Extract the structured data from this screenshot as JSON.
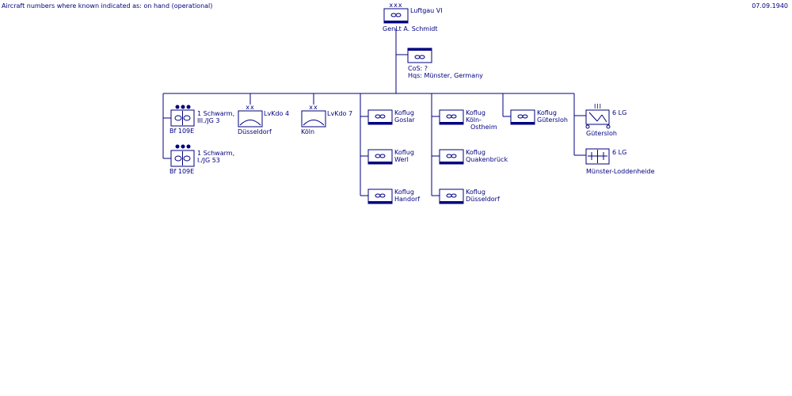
{
  "header": {
    "note": "Aircraft numbers where known indicated as: on hand (operational)",
    "date": "07.09.1940"
  },
  "hq": {
    "echelon": "xxx",
    "name": "Luftgau VI",
    "commander": "GenLt  A. Schmidt"
  },
  "staff": {
    "echelon": "xxx",
    "cos": "CoS: ?",
    "hqs": "Hqs:  Münster, Germany"
  },
  "fighters": [
    {
      "label_1": "1 Schwarm,",
      "label_2": "III./JG 3",
      "aircraft": "Bf 109E"
    },
    {
      "label_1": "1 Schwarm,",
      "label_2": "I./JG 53",
      "aircraft": "Bf 109E"
    }
  ],
  "lvkdo": [
    {
      "echelon": "xx",
      "name": "LvKdo 4",
      "location": "Düsseldorf"
    },
    {
      "echelon": "xx",
      "name": "LvKdo 7",
      "location": "Köln"
    }
  ],
  "koflug_col1": [
    {
      "line_1": "Koflug",
      "line_2": "Goslar"
    },
    {
      "line_1": "Koflug",
      "line_2": "Werl"
    },
    {
      "line_1": "Koflug",
      "line_2": "Handorf"
    }
  ],
  "koflug_col2": [
    {
      "line_1": "Koflug",
      "line_2": "Köln-",
      "line_3": "Ostheim"
    },
    {
      "line_1": "Koflug",
      "line_2": "Quakenbrück"
    },
    {
      "line_1": "Koflug",
      "line_2": "Düsseldorf"
    }
  ],
  "koflug_col3": [
    {
      "line_1": "Koflug",
      "line_2": "Gütersloh"
    }
  ],
  "lg": [
    {
      "echelon": "III",
      "name": "6 LG",
      "location": "Gütersloh"
    },
    {
      "echelon": "",
      "name": "6 LG",
      "location": "Münster-Loddenheide"
    }
  ]
}
